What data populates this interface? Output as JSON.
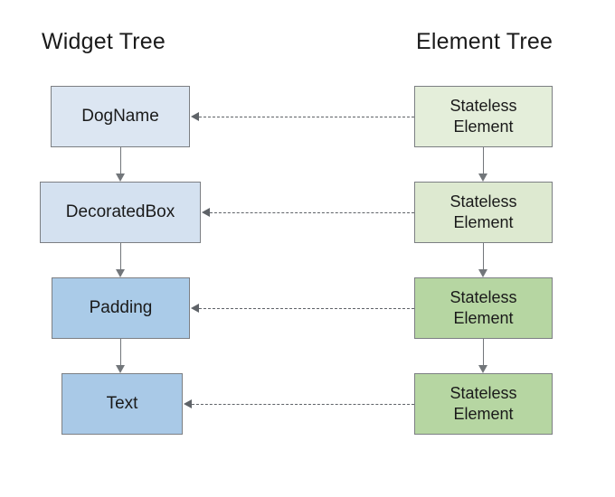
{
  "diagram": {
    "columns": [
      {
        "id": "widget-tree",
        "title": "Widget Tree",
        "nodes": [
          {
            "label": "DogName",
            "fill": "#dce6f2"
          },
          {
            "label": "DecoratedBox",
            "fill": "#d4e1f0"
          },
          {
            "label": "Padding",
            "fill": "#aacbe8"
          },
          {
            "label": "Text",
            "fill": "#a9c9e7"
          }
        ]
      },
      {
        "id": "element-tree",
        "title": "Element Tree",
        "nodes": [
          {
            "label": "Stateless\nElement",
            "fill": "#e4eeda"
          },
          {
            "label": "Stateless\nElement",
            "fill": "#dde9d0"
          },
          {
            "label": "Stateless\nElement",
            "fill": "#b6d6a2"
          },
          {
            "label": "Stateless\nElement",
            "fill": "#b6d6a2"
          }
        ]
      }
    ],
    "connectors": {
      "vertical_style": "solid-arrow-down",
      "cross_style": "dashed-arrow-left",
      "line_color": "#72767a",
      "dashed_color": "#5f6368",
      "border_color": "#7c7f83"
    },
    "background": "#ffffff"
  }
}
